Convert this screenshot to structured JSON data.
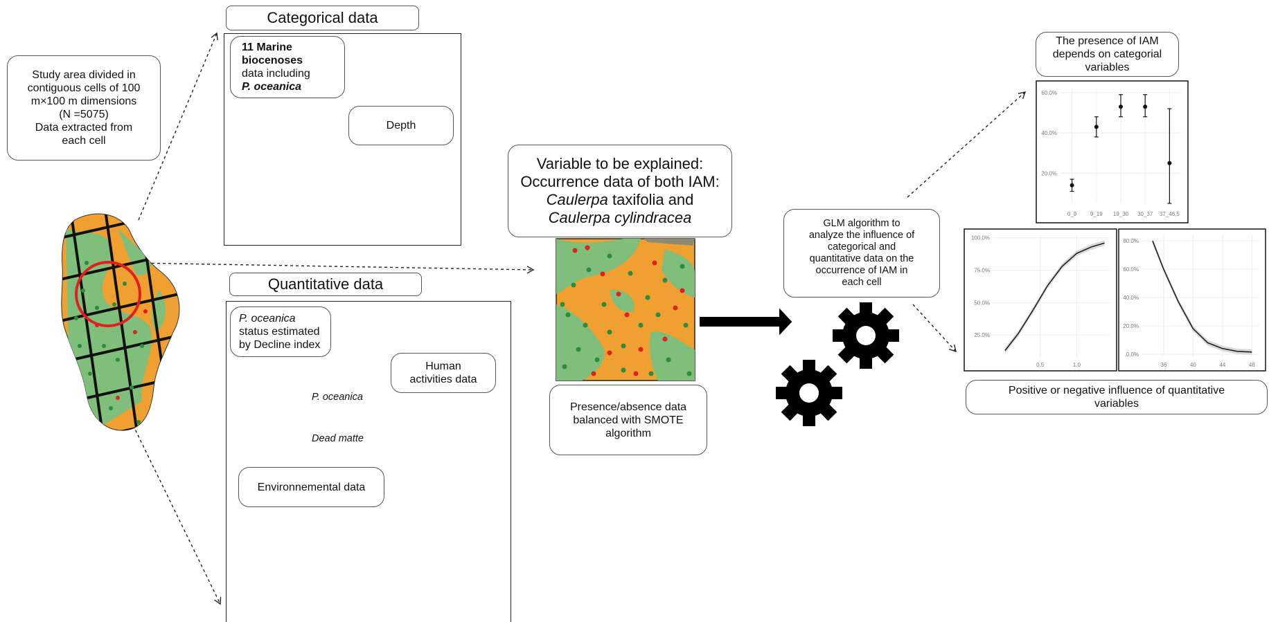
{
  "study_area": {
    "line1": "Study area divided in",
    "line2": "contiguous cells of 100",
    "line3": "m×100 m dimensions",
    "line4": "(N =5075)",
    "line5": "Data extracted from",
    "line6": "each cell"
  },
  "categorical": {
    "title": "Categorical data",
    "bio_count": "11 Marine",
    "bio_word": "biocenoses",
    "bio_line3": "data  including",
    "bio_species": "P. oceanica",
    "depth_label": "Depth"
  },
  "quantitative": {
    "title": "Quantitative data",
    "status_species": "P. oceanica",
    "status_line2": "status estimated",
    "status_line3": "by Decline index",
    "legend_oceanica": "P. oceanica",
    "legend_dead": "Dead matte",
    "human_line1": "Human",
    "human_line2": "activities data",
    "env_label": "Environnemental data"
  },
  "explained": {
    "line1": "Variable to be explained:",
    "line2": "Occurrence data of both IAM:",
    "genus1": "Caulerpa",
    "species1_rest": " taxifolia and",
    "species2": "Caulerpa cylindracea"
  },
  "smote": {
    "line1": "Presence/absence data",
    "line2": "balanced with SMOTE",
    "line3": "algorithm"
  },
  "glm": {
    "line1": "GLM algorithm  to",
    "line2": "analyze the influence of",
    "line3": "categorical and",
    "line4": "quantitative data on the",
    "line5": "occurrence of IAM in",
    "line6": "each cell"
  },
  "iam_presence": {
    "line1": "The presence of IAM",
    "line2": "depends on categorial",
    "line3": "variables"
  },
  "quant_influence": {
    "line1": "Positive or negative influence of quantitative",
    "line2": "variables"
  },
  "colors": {
    "map_green": "#7fbf7b",
    "map_orange": "#f0a030",
    "dot_green": "#2e8b3e",
    "dot_red": "#e02020",
    "circle_red": "#e02020",
    "gear": "#000000"
  },
  "chart_data": [
    {
      "type": "scatter",
      "categories": [
        "0_9",
        "9_19",
        "19_30",
        "30_37",
        "37_46,5"
      ],
      "values": [
        0.14,
        0.43,
        0.53,
        0.53,
        0.25
      ],
      "errors_low": [
        0.11,
        0.38,
        0.48,
        0.48,
        0.05
      ],
      "errors_high": [
        0.17,
        0.48,
        0.59,
        0.59,
        0.52
      ],
      "yticks": [
        "20.0%",
        "40.0%",
        "60.0%"
      ],
      "ylim": [
        0.05,
        0.62
      ]
    },
    {
      "type": "line",
      "x": [
        0.02,
        0.2,
        0.4,
        0.6,
        0.8,
        1.0,
        1.2,
        1.38
      ],
      "values": [
        0.13,
        0.26,
        0.44,
        0.63,
        0.78,
        0.88,
        0.93,
        0.96
      ],
      "xticks": [
        "0.5",
        "1.0"
      ],
      "xtick_values": [
        0.5,
        1.0
      ],
      "yticks": [
        "25.0%",
        "50.0%",
        "75.0%",
        "100.0%"
      ],
      "ytick_values": [
        0.25,
        0.5,
        0.75,
        1.0
      ],
      "xlim": [
        -0.15,
        1.45
      ],
      "ylim": [
        0.08,
        1.02
      ]
    },
    {
      "type": "line",
      "x": [
        34.5,
        36,
        38,
        40,
        42,
        44,
        46,
        48
      ],
      "values": [
        0.8,
        0.6,
        0.37,
        0.18,
        0.08,
        0.04,
        0.02,
        0.015
      ],
      "xticks": [
        "36",
        "40",
        "44",
        "48"
      ],
      "xtick_values": [
        36,
        40,
        44,
        48
      ],
      "yticks": [
        "0.0%",
        "20.0%",
        "40.0%",
        "60.0%",
        "80.0%"
      ],
      "ytick_values": [
        0,
        0.2,
        0.4,
        0.6,
        0.8
      ],
      "xlim": [
        33,
        49
      ],
      "ylim": [
        -0.02,
        0.84
      ]
    }
  ]
}
